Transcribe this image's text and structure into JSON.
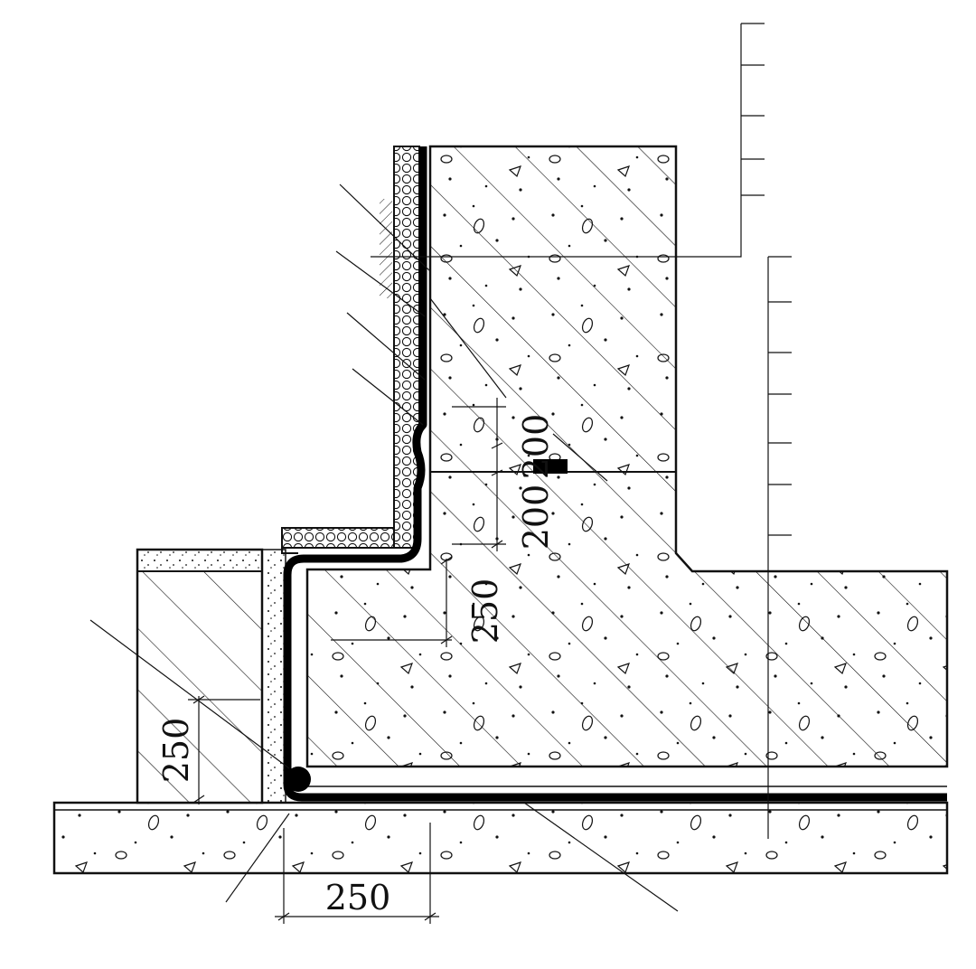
{
  "dimensions": {
    "wall_vertical_top": "200",
    "wall_vertical_bottom": "200",
    "slab_step": "250",
    "brick_height": "250",
    "bottom_horizontal": "250"
  },
  "colors": {
    "line": "#111111",
    "background": "#ffffff",
    "membrane": "#000000"
  }
}
